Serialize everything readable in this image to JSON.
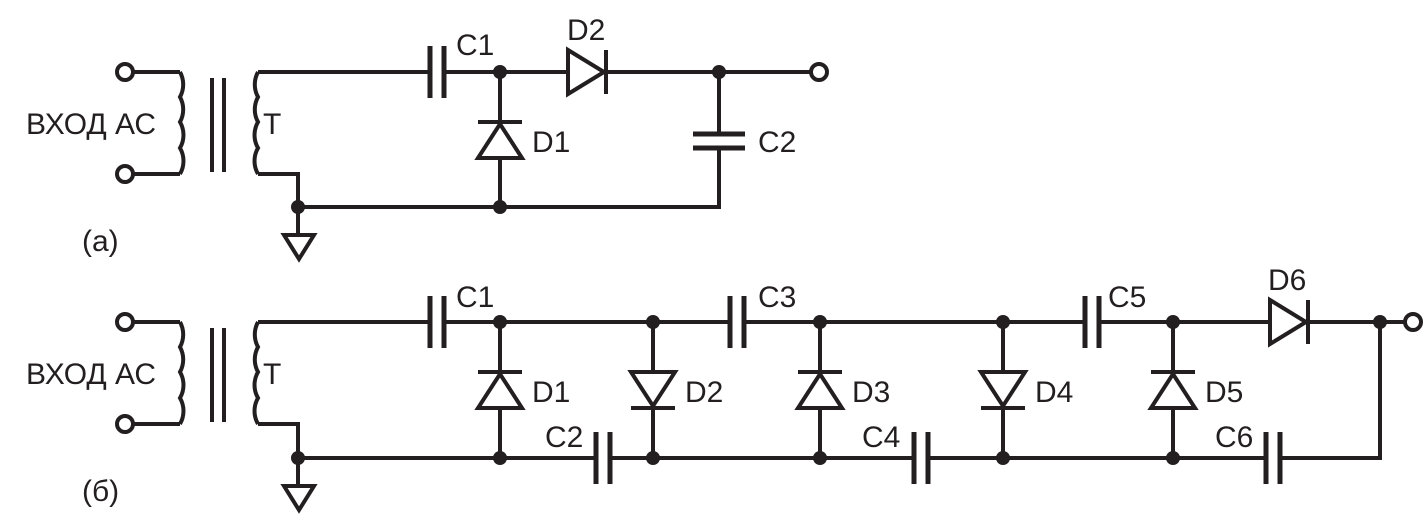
{
  "circuit_a": {
    "caption": "(а)",
    "input_label": "ВХОД АС",
    "transformer_label": "T",
    "labels": {
      "c1": "C1",
      "d1": "D1",
      "d2": "D2",
      "c2": "C2"
    }
  },
  "circuit_b": {
    "caption": "(б)",
    "input_label": "ВХОД АС",
    "transformer_label": "T",
    "labels": {
      "c1": "C1",
      "c2": "C2",
      "c3": "C3",
      "c4": "C4",
      "c5": "C5",
      "c6": "C6",
      "d1": "D1",
      "d2": "D2",
      "d3": "D3",
      "d4": "D4",
      "d5": "D5",
      "d6": "D6"
    }
  },
  "colors": {
    "ink": "#231f20",
    "background": "#ffffff"
  }
}
